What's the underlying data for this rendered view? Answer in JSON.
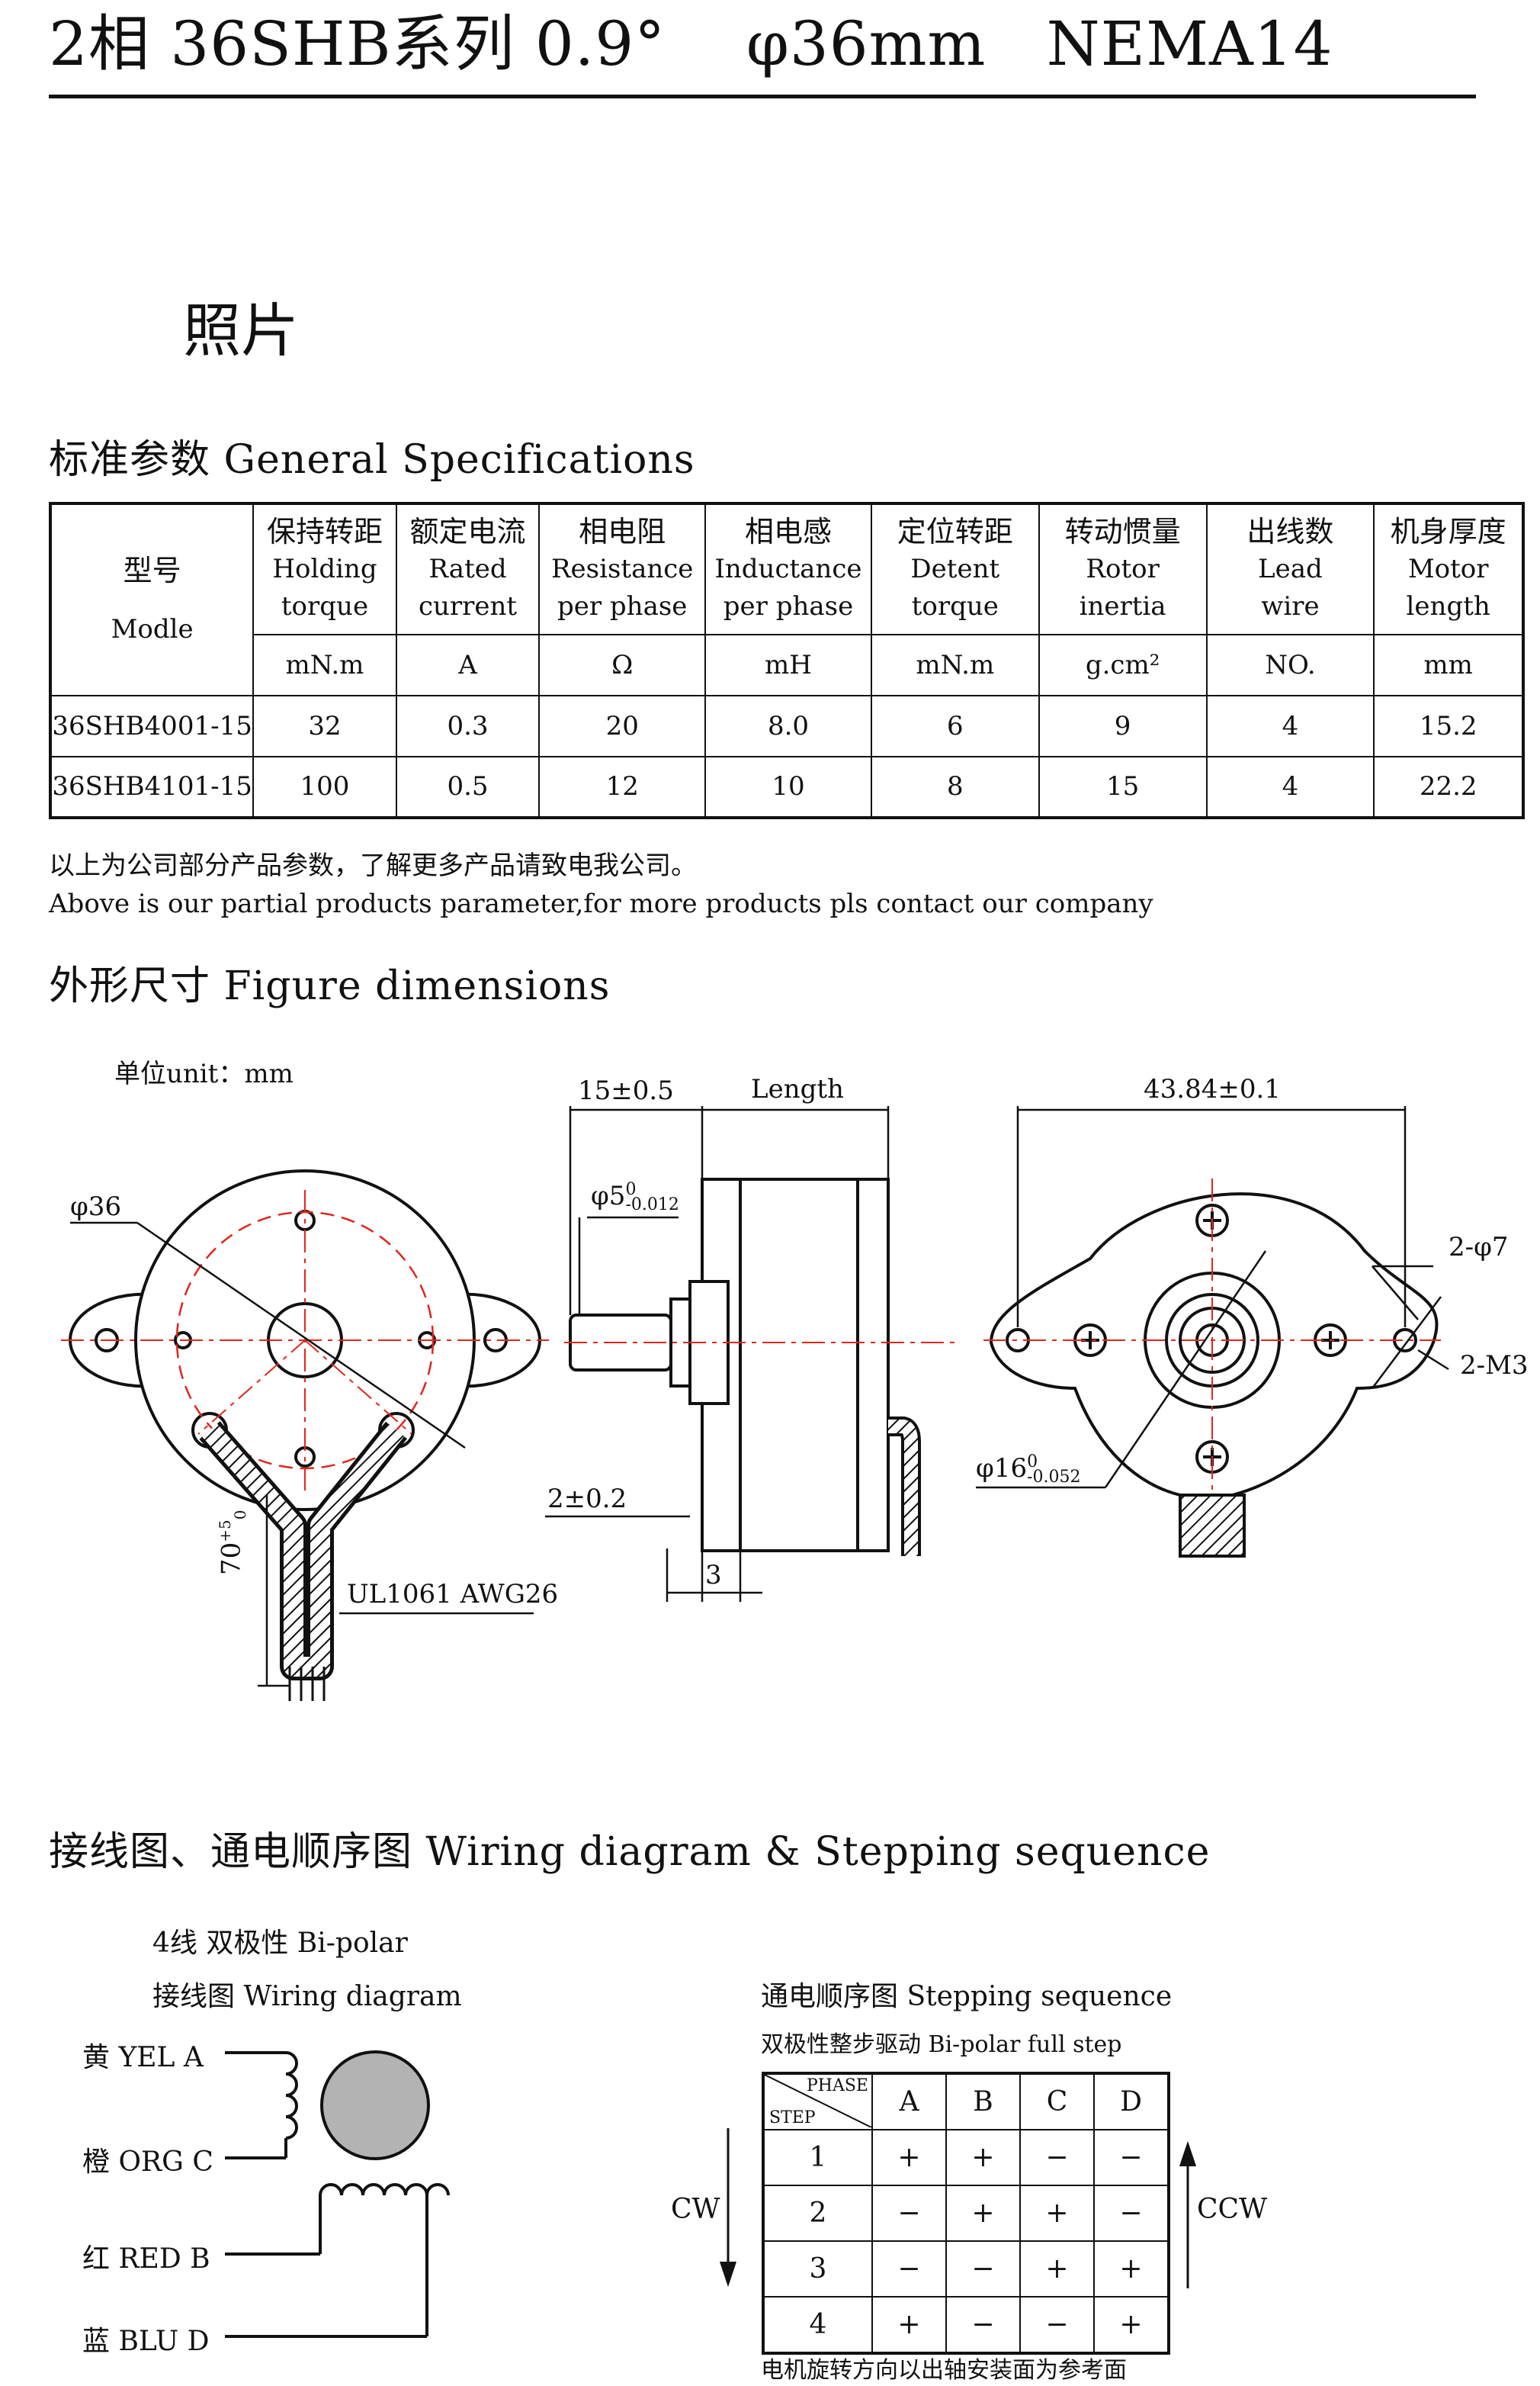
{
  "header": {
    "title": "2相 36SHB系列 0.9°    φ36mm   NEMA14"
  },
  "photo": {
    "heading": "照片"
  },
  "specs": {
    "heading": "标准参数 General Specifications",
    "model_header": {
      "cn": "型号",
      "en": "Modle"
    },
    "columns": [
      {
        "cn": "保持转距",
        "en1": "Holding",
        "en2": "torque",
        "unit": "mN.m"
      },
      {
        "cn": "额定电流",
        "en1": "Rated",
        "en2": "current",
        "unit": "A"
      },
      {
        "cn": "相电阻",
        "en1": "Resistance",
        "en2": "per phase",
        "unit": "Ω"
      },
      {
        "cn": "相电感",
        "en1": "Inductance",
        "en2": "per phase",
        "unit": "mH"
      },
      {
        "cn": "定位转距",
        "en1": "Detent",
        "en2": "torque",
        "unit": "mN.m"
      },
      {
        "cn": "转动惯量",
        "en1": "Rotor",
        "en2": "inertia",
        "unit": "g.cm²"
      },
      {
        "cn": "出线数",
        "en1": "Lead",
        "en2": "wire",
        "unit": "NO."
      },
      {
        "cn": "机身厚度",
        "en1": "Motor",
        "en2": "length",
        "unit": "mm"
      }
    ],
    "rows": [
      {
        "model": "36SHB4001-15",
        "values": [
          "32",
          "0.3",
          "20",
          "8.0",
          "6",
          "9",
          "4",
          "15.2"
        ]
      },
      {
        "model": "36SHB4101-15",
        "values": [
          "100",
          "0.5",
          "12",
          "10",
          "8",
          "15",
          "4",
          "22.2"
        ]
      }
    ],
    "note_cn": "以上为公司部分产品参数，了解更多产品请致电我公司。",
    "note_en": "Above is our partial products parameter,for more products pls contact our company"
  },
  "dimensions": {
    "heading": "外形尺寸 Figure dimensions",
    "unit_label": "单位unit：mm",
    "front": {
      "diameter": "φ36",
      "cable_len": "70",
      "cable_tol_up": "+5",
      "cable_tol_lo": "0",
      "cable_spec": "UL1061 AWG26"
    },
    "side": {
      "shaft_len": "15±0.5",
      "length": "Length",
      "shaft_dia": "φ5",
      "shaft_tol_up": "0",
      "shaft_tol_lo": "-0.012",
      "boss": "2±0.2",
      "flange": "3"
    },
    "back": {
      "mount": "43.84±0.1",
      "holes": "2-φ7",
      "threads": "2-M3",
      "pilot": "φ16",
      "pilot_tol_up": "0",
      "pilot_tol_lo": "-0.052"
    }
  },
  "wiring": {
    "heading": "接线图、通电顺序图 Wiring diagram & Stepping sequence",
    "type_label": "4线 双极性 Bi-polar",
    "diagram_label": "接线图 Wiring diagram",
    "wires": [
      {
        "cn": "黄",
        "en": "YEL",
        "terminal": "A"
      },
      {
        "cn": "橙",
        "en": "ORG",
        "terminal": "C"
      },
      {
        "cn": "红",
        "en": "RED",
        "terminal": "B"
      },
      {
        "cn": "蓝",
        "en": "BLU",
        "terminal": "D"
      }
    ],
    "sequence_label": "通电顺序图 Stepping sequence",
    "drive_label": "双极性整步驱动 Bi-polar full step",
    "phase_label": "PHASE",
    "step_label": "STEP",
    "phases": [
      "A",
      "B",
      "C",
      "D"
    ],
    "steps": [
      {
        "step": "1",
        "values": [
          "+",
          "+",
          "−",
          "−"
        ]
      },
      {
        "step": "2",
        "values": [
          "−",
          "+",
          "+",
          "−"
        ]
      },
      {
        "step": "3",
        "values": [
          "−",
          "−",
          "+",
          "+"
        ]
      },
      {
        "step": "4",
        "values": [
          "+",
          "−",
          "−",
          "+"
        ]
      }
    ],
    "cw": "CW",
    "ccw": "CCW",
    "footnote": "电机旋转方向以出轴安装面为参考面"
  }
}
